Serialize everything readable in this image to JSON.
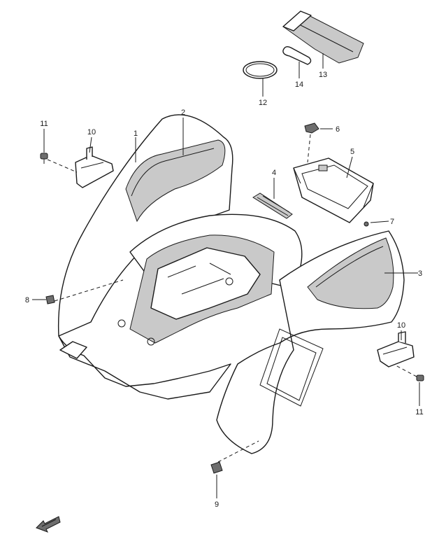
{
  "callouts": [
    {
      "id": "c1",
      "label": "1"
    },
    {
      "id": "c2",
      "label": "2"
    },
    {
      "id": "c3",
      "label": "3"
    },
    {
      "id": "c4",
      "label": "4"
    },
    {
      "id": "c5",
      "label": "5"
    },
    {
      "id": "c6",
      "label": "6"
    },
    {
      "id": "c7",
      "label": "7"
    },
    {
      "id": "c8",
      "label": "8"
    },
    {
      "id": "c9",
      "label": "9"
    },
    {
      "id": "c10a",
      "label": "10"
    },
    {
      "id": "c10b",
      "label": "10"
    },
    {
      "id": "c11a",
      "label": "11"
    },
    {
      "id": "c11b",
      "label": "11"
    },
    {
      "id": "c12",
      "label": "12"
    },
    {
      "id": "c13",
      "label": "13"
    },
    {
      "id": "c14",
      "label": "14"
    }
  ],
  "icons": {
    "direction": "front-direction-arrow-icon"
  },
  "colors": {
    "line": "#1a1a1a",
    "shade": "#c9c9c9"
  }
}
